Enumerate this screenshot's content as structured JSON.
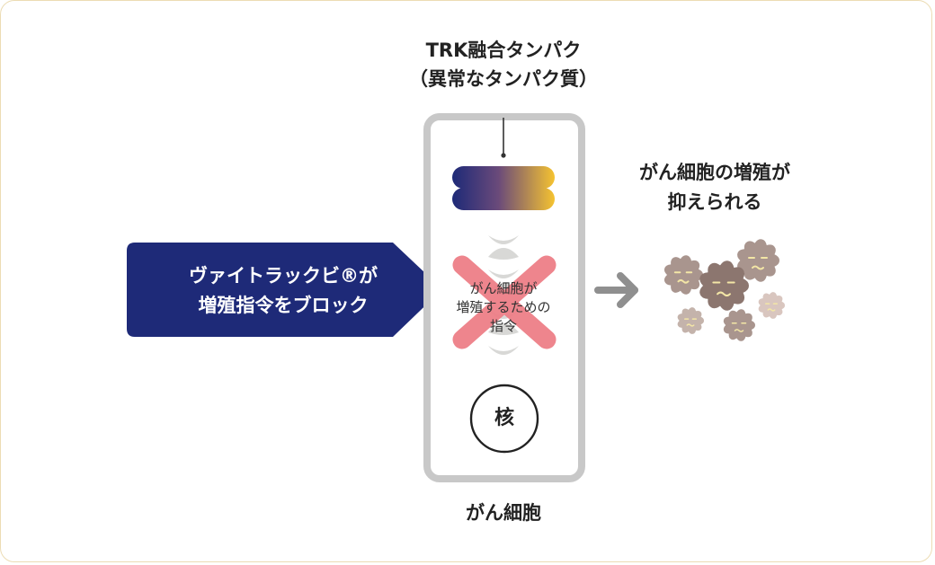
{
  "fusion_protein": {
    "line1": "TRK融合タンパク",
    "line2": "（異常なタンパク質）"
  },
  "drug_block": {
    "line1": "ヴァイトラックビ®が",
    "line2": "増殖指令をブロック"
  },
  "instruction": {
    "line1": "がん細胞が",
    "line2": "増殖するための",
    "line3": "指令"
  },
  "nucleus": "核",
  "cell": "がん細胞",
  "result": {
    "line1": "がん細胞の増殖が",
    "line2": "抑えられる"
  },
  "colors": {
    "frame_border": "#ecdcb4",
    "drug_arrow": "#1e2a78",
    "protein_start": "#1e2a78",
    "protein_end": "#f5c330",
    "cross": "#ee7f87",
    "cell_border": "#c8c8c8",
    "arrow": "#8f8f8f",
    "cancer_cells": "#a08a84"
  }
}
